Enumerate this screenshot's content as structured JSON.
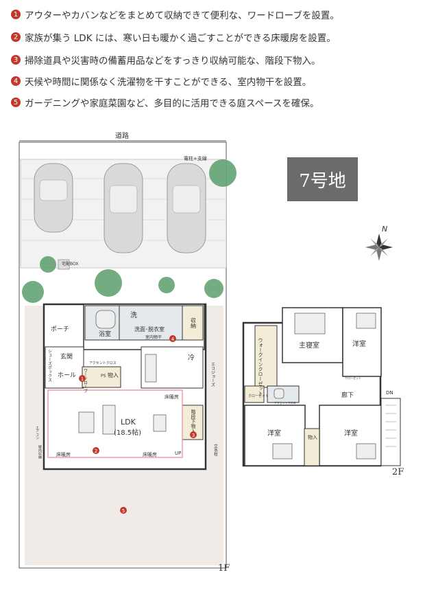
{
  "features": [
    {
      "num": "1",
      "text": "アウターやカバンなどをまとめて収納できて便利な、ワードローブを設置。"
    },
    {
      "num": "2",
      "text": "家族が集う LDK には、寒い日も暖かく過ごすことができる床暖房を設置。"
    },
    {
      "num": "3",
      "text": "掃除道具や災害時の備蓄用品などをすっきり収納可能な、階段下物入。"
    },
    {
      "num": "4",
      "text": "天候や時間に関係なく洗濯物を干すことができる、室内物干を設置。"
    },
    {
      "num": "5",
      "text": "ガーデニングや家庭菜園など、多目的に活用できる庭スペースを確保。"
    }
  ],
  "lot_label": "7号地",
  "compass": {
    "north": "N"
  },
  "floor1": {
    "label": "1F",
    "road": "道路",
    "pole": "電柱+支線",
    "delivery_box": "宅配BOX",
    "porch": "ポーチ",
    "bath": "浴室",
    "wash_mark": "洗",
    "laundry": "洗面･脱衣室",
    "indoor_dryer": "室内物干",
    "storage": "収納",
    "fridge": "冷",
    "entrance": "玄関",
    "hall": "ホール",
    "shoe_box": "シューズボックス",
    "wardrobe": "ワードローブ",
    "ps": "PS",
    "closet": "物入",
    "accent_cross": "アクセントクロス",
    "ldk": "LDK",
    "ldk_size": "(18.5帖)",
    "floor_heating": "床暖房",
    "under_stairs": "階段下物入",
    "up": "UP",
    "ecojoes": "エコジョーズ",
    "water_tap": "立水栓",
    "aircon": "エアコン",
    "wall_storage": "壁内収納"
  },
  "floor2": {
    "label": "2F",
    "master": "主寝室",
    "walkin": "ウォークインクローゼット",
    "western1": "洋室",
    "western2": "洋室",
    "western3": "洋室",
    "corridor": "廊下",
    "closet_small": "クローゼット",
    "closet": "物入",
    "dn": "DN",
    "accent_cross": "アクセントクロス"
  }
}
